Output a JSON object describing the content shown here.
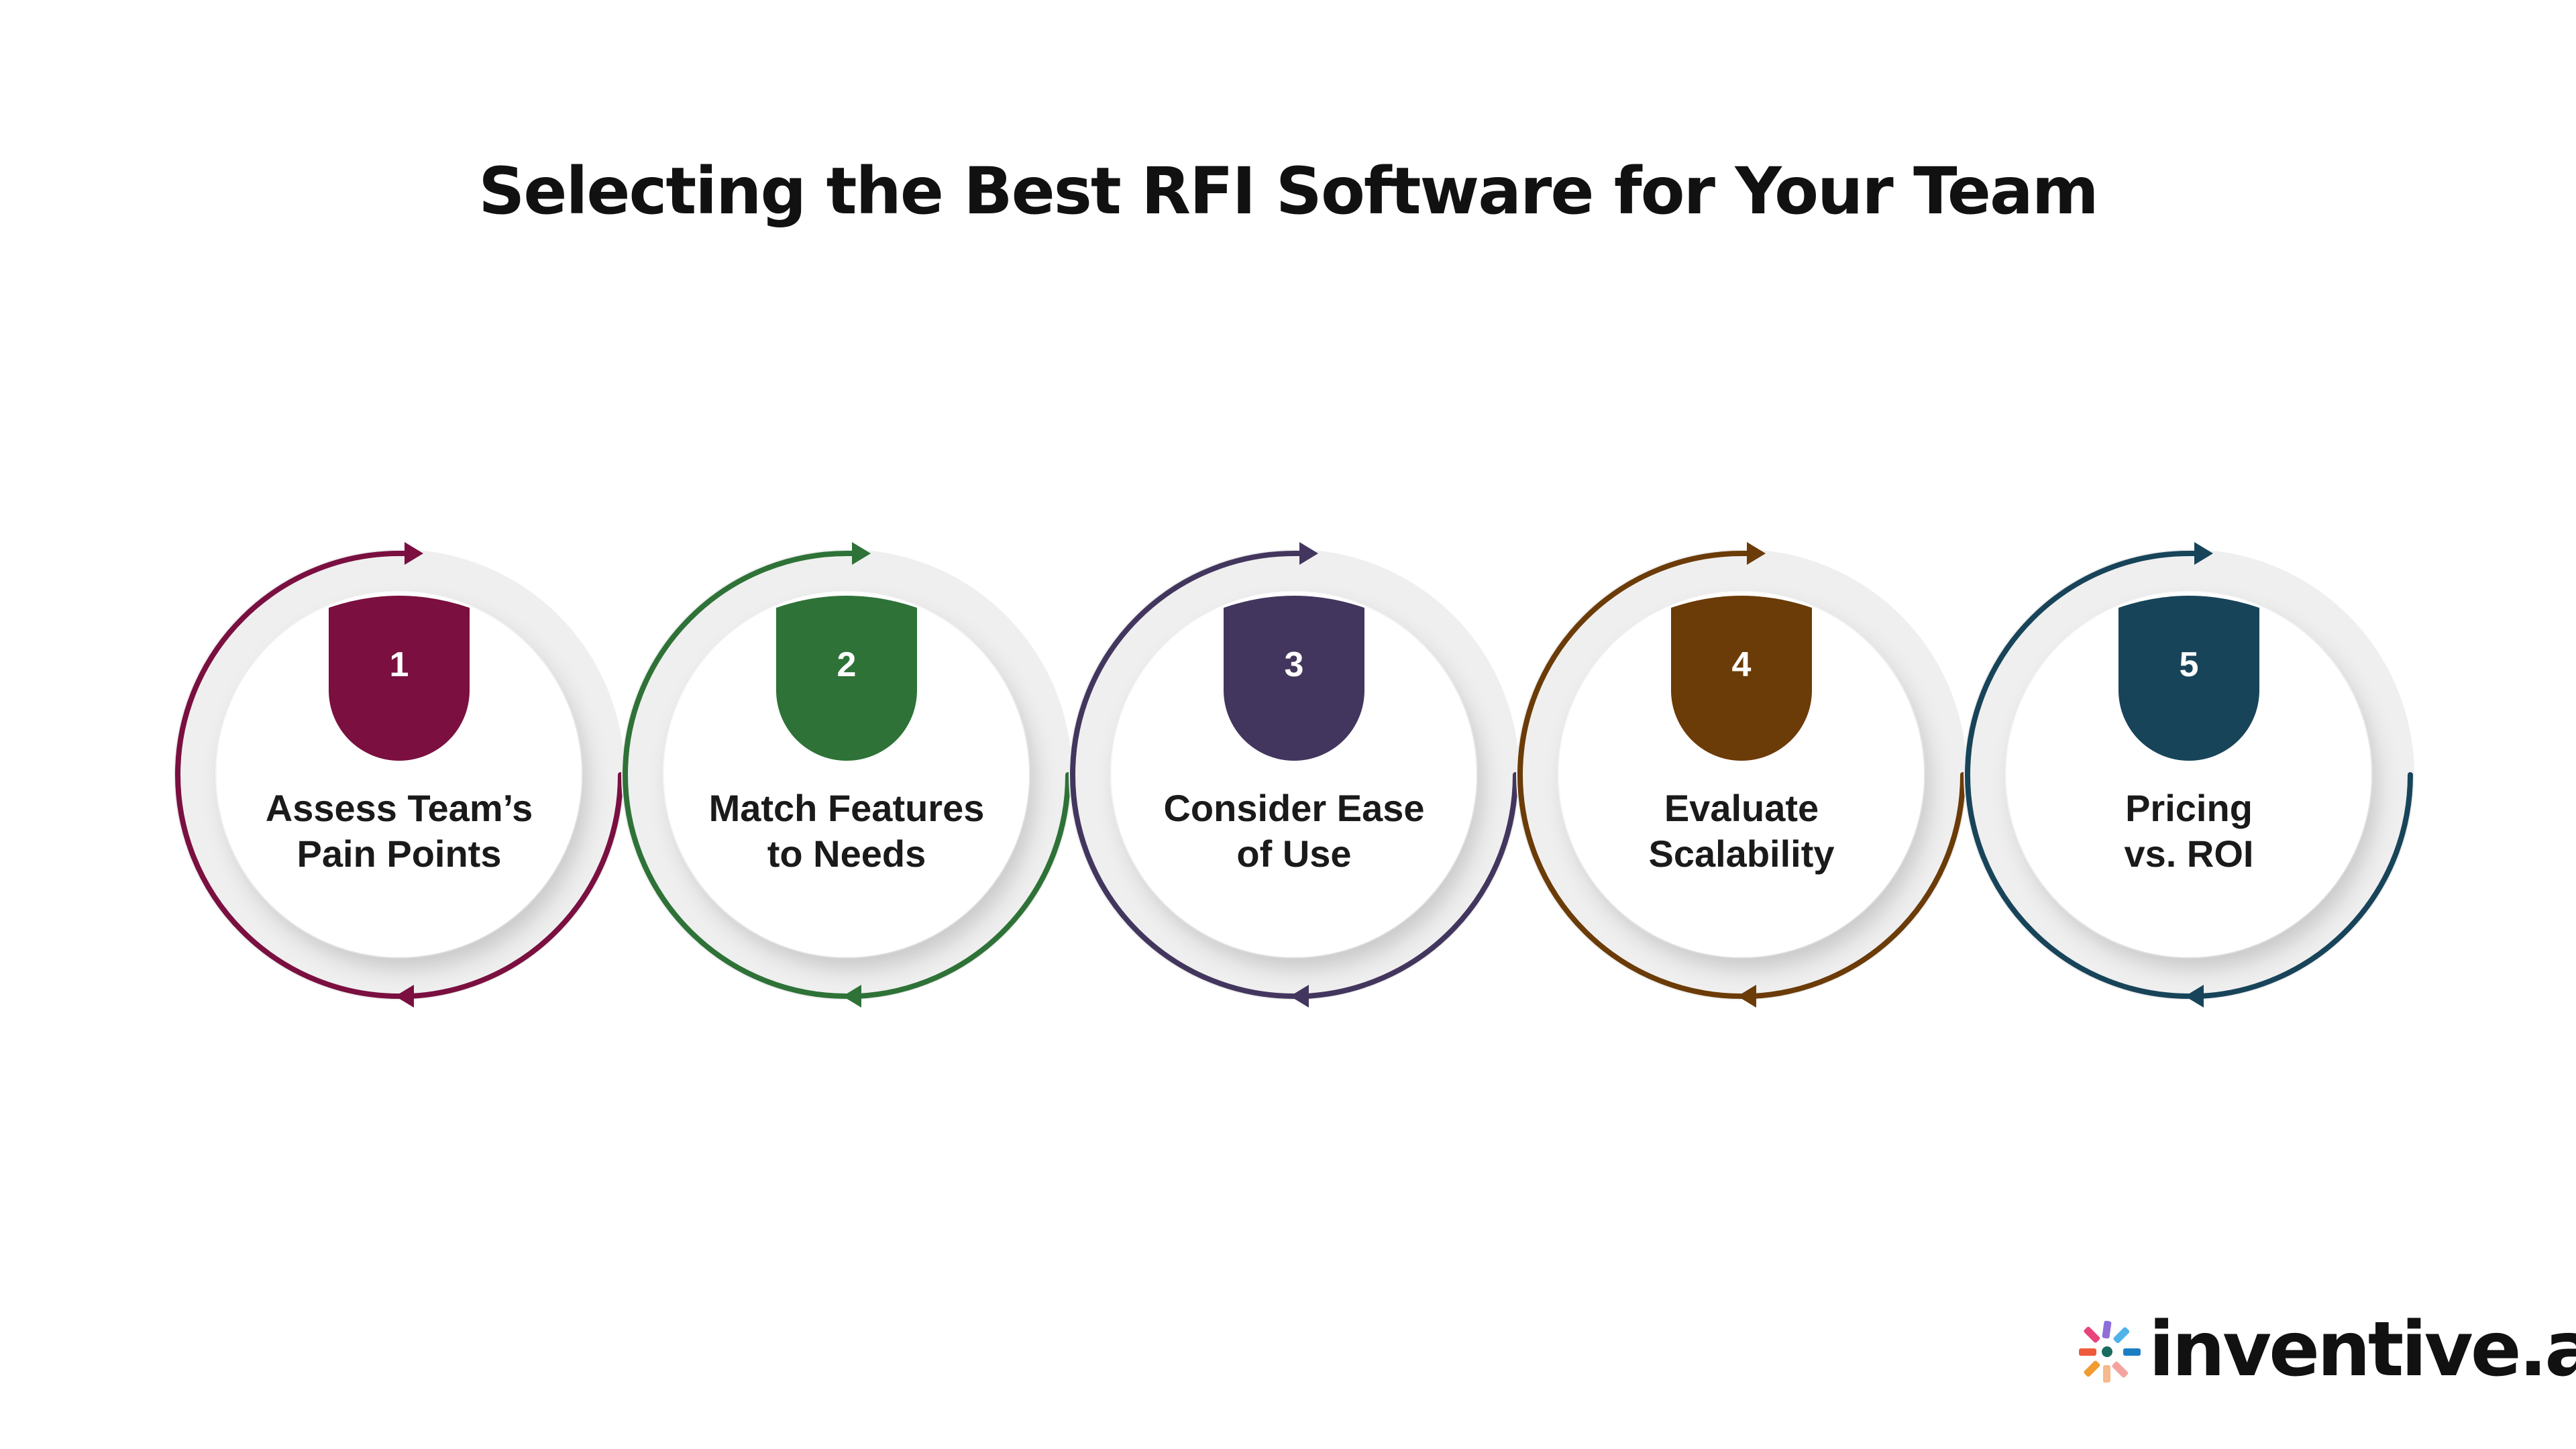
{
  "title": "Selecting the Best RFI Software for Your Team",
  "steps": [
    {
      "number": "1",
      "line1": "Assess Team’s",
      "line2": "Pain Points",
      "color": "#7a0f40"
    },
    {
      "number": "2",
      "line1": "Match Features",
      "line2": "to Needs",
      "color": "#2e7237"
    },
    {
      "number": "3",
      "line1": "Consider Ease",
      "line2": "of Use",
      "color": "#43365e"
    },
    {
      "number": "4",
      "line1": "Evaluate",
      "line2": "Scalability",
      "color": "#6b3b08"
    },
    {
      "number": "5",
      "line1": "Pricing",
      "line2": "vs. ROI",
      "color": "#18445a"
    }
  ],
  "logo": {
    "text": "inventive.ai"
  }
}
